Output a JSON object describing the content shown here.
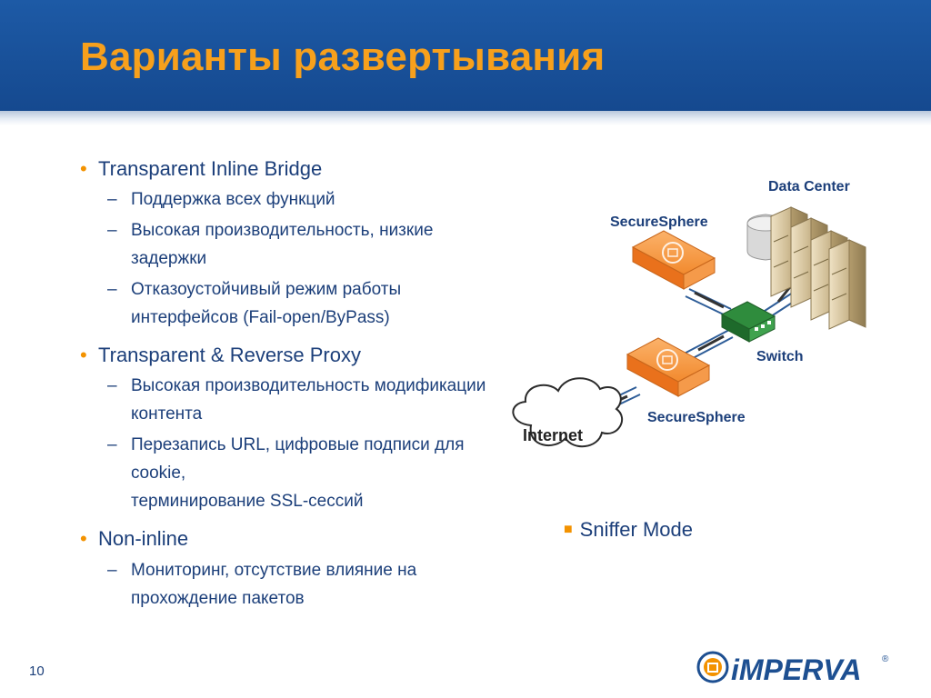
{
  "slide": {
    "title": "Варианты развертывания",
    "page_number": "10",
    "colors": {
      "header": "#1d5aa6",
      "title": "#f7a01c",
      "text": "#1c3f7a",
      "accent": "#f39200"
    }
  },
  "bullets": [
    {
      "text": "Transparent Inline Bridge",
      "subs": [
        "Поддержка всех функций",
        "Высокая производительность, низкие\nзадержки",
        "Отказоустойчивый режим работы\nинтерфейсов (Fail-open/ByPass)"
      ]
    },
    {
      "text": "Transparent & Reverse Proxy",
      "subs": [
        "Высокая производительность модификации\nконтента",
        "Перезапись URL, цифровые подписи для\ncookie,\nтерминирование SSL-сессий"
      ]
    },
    {
      "text": "Non-inline",
      "subs": [
        "Мониторинг, отсутствие влияние на\nпрохождение пакетов"
      ]
    }
  ],
  "diagram": {
    "labels": {
      "data_center": "Data Center",
      "securesphere_top": "SecureSphere",
      "switch": "Switch",
      "securesphere_bottom": "SecureSphere",
      "internet": "Internet"
    }
  },
  "sniffer": {
    "text": "Sniffer Mode"
  },
  "logo": {
    "text": "iMPERVA",
    "mark": "®"
  }
}
